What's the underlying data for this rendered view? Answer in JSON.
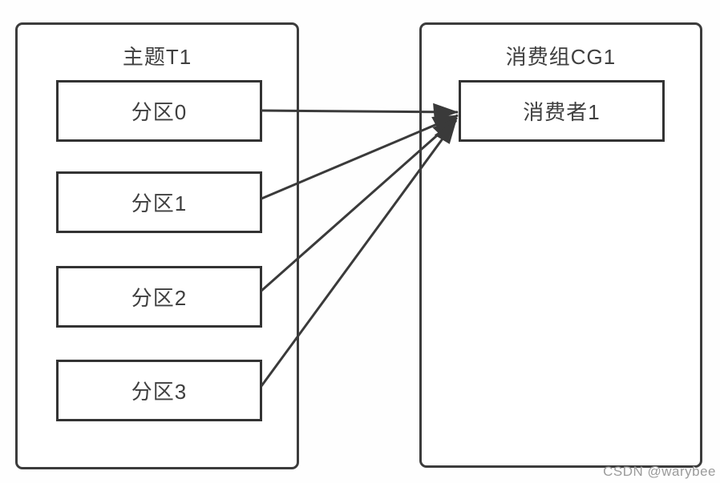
{
  "topic": {
    "title": "主题T1",
    "partitions": [
      "分区0",
      "分区1",
      "分区2",
      "分区3"
    ]
  },
  "consumer_group": {
    "title": "消费组CG1",
    "consumer": "消费者1"
  },
  "connections": [
    {
      "from": "分区0",
      "to": "消费者1"
    },
    {
      "from": "分区1",
      "to": "消费者1"
    },
    {
      "from": "分区2",
      "to": "消费者1"
    },
    {
      "from": "分区3",
      "to": "消费者1"
    }
  ],
  "watermark": "CSDN @warybee",
  "colors": {
    "line": "#3a3a3a",
    "box_border": "#3c3c3c",
    "text": "#3f3f3f",
    "watermark": "#9b9b9b",
    "background": "#ffffff"
  }
}
